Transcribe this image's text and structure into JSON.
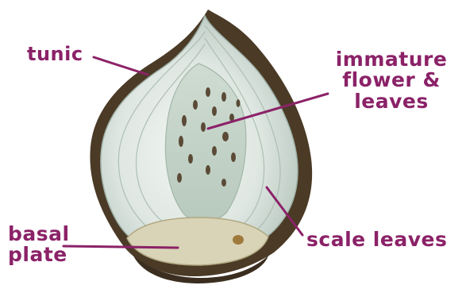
{
  "labels": {
    "tunic": "tunic",
    "flower_line1": "immature",
    "flower_line2": "flower &",
    "flower_line3": "leaves",
    "basal_line1": "basal",
    "basal_line2": "plate",
    "scale": "scale leaves"
  },
  "colors": {
    "label": "#8b2268",
    "leader_line": "#8b2268",
    "tunic_skin": "#4a3a26",
    "scale_flesh": "#dde6e0",
    "basal_plate": "#d9d4b8"
  }
}
